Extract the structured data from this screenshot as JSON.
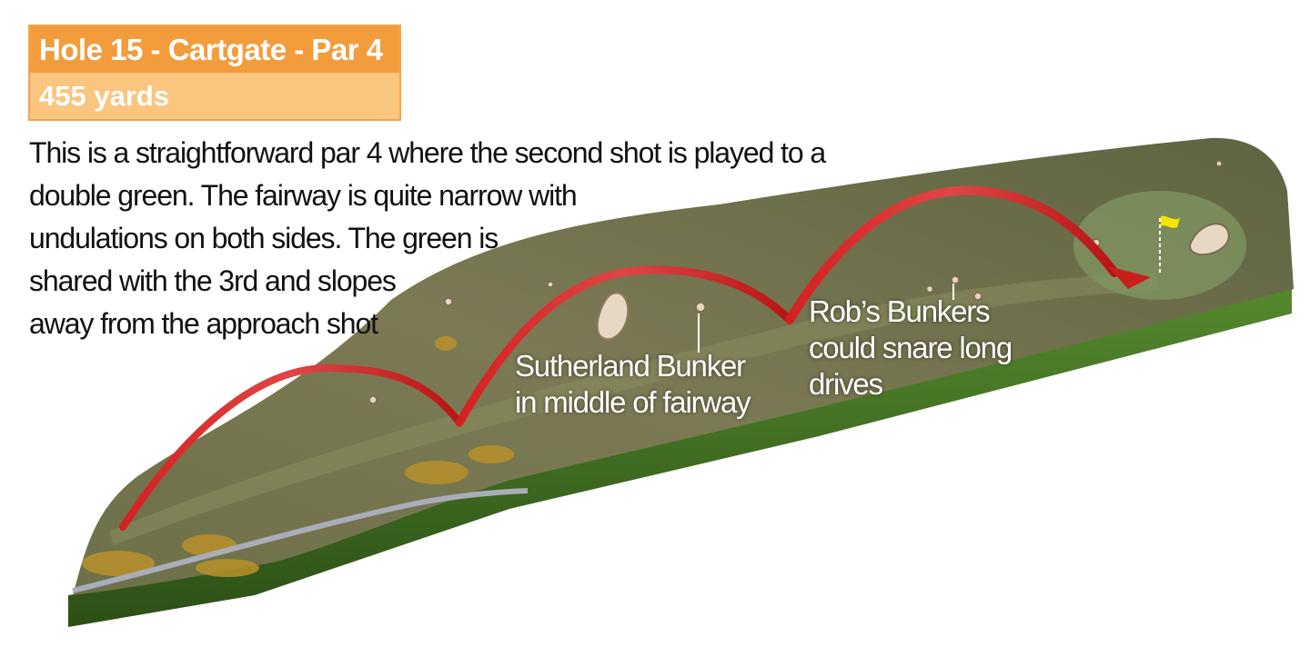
{
  "header": {
    "title": "Hole 15 - Cartgate - Par 4",
    "yardage": "455 yards"
  },
  "description": {
    "lines": [
      "This is a straightforward par 4 where the second shot is played to a",
      "double green. The fairway is quite narrow with",
      "undulations on both sides. The green is",
      "shared with the 3rd and slopes",
      "away from the approach shot"
    ]
  },
  "callouts": {
    "sutherland": {
      "line1": "Sutherland Bunker",
      "line2": "in middle of fairway"
    },
    "robs": {
      "line1": "Rob’s Bunkers",
      "line2": "could snare long",
      "line3": "drives"
    }
  },
  "colors": {
    "header_title_bg": "#f39c3c",
    "header_yards_bg": "#f9c57f",
    "header_border": "#f4a24b",
    "terrain_top": "#6f6e4a",
    "terrain_edge": "#3f6b22",
    "shot_arc": "#c81e1e",
    "flag": "#f5e400"
  },
  "icons": {
    "flag": "flag-icon"
  }
}
